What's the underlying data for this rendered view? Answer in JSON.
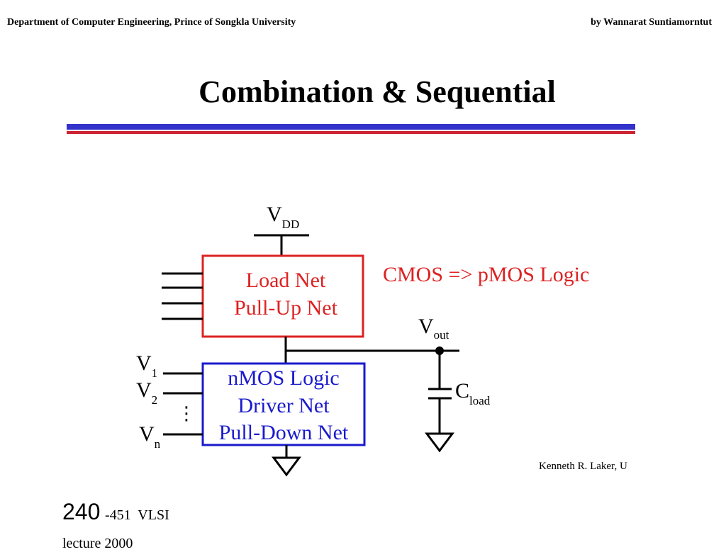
{
  "header": {
    "left_text": "Department of Computer Engineering, Prince of Songkla University",
    "right_text": "by Wannarat Suntiamorntut"
  },
  "slide": {
    "title": "Combination  & Sequential"
  },
  "colors": {
    "rule_blue": "#3333cc",
    "rule_red": "#cc2233",
    "load_net_red": "#dd2222",
    "driver_net_blue": "#1a1acc"
  },
  "diagram": {
    "vdd_main": "V",
    "vdd_sub": "DD",
    "load_net_line1": "Load Net",
    "load_net_line2": "Pull-Up Net",
    "cmos_label": "CMOS  => pMOS Logic",
    "vout_main": "V",
    "vout_sub": "out",
    "driver_line1": "nMOS Logic",
    "driver_line2": "Driver Net",
    "driver_line3": "Pull-Down Net",
    "inputs": [
      {
        "main": "V",
        "sub": "1"
      },
      {
        "main": "V",
        "sub": "2"
      },
      {
        "main": "V",
        "sub": "n"
      }
    ],
    "input_ellipsis": "⋮",
    "cload_main": "C",
    "cload_sub": "load",
    "credit": "Kenneth R. Laker, U"
  },
  "footer": {
    "course_number": "240",
    "course_rest": "-451  VLSI",
    "cut_line": "lecture 2000"
  }
}
